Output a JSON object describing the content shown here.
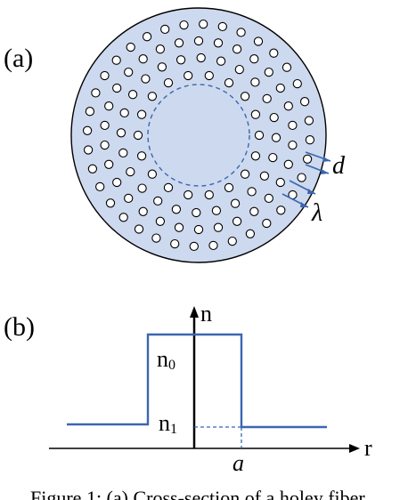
{
  "panel_a": {
    "label": "(a)",
    "label_d": "d",
    "label_lambda": "λ"
  },
  "panel_b": {
    "label": "(b)",
    "axis_y_label": "n",
    "axis_x_label": "r",
    "n0_label": "n",
    "n0_sub": "0",
    "n1_label": "n",
    "n1_sub": "1",
    "a_label": "a"
  },
  "caption_partial": "Figure 1: (a) Cross-section of a holey fiber..."
}
